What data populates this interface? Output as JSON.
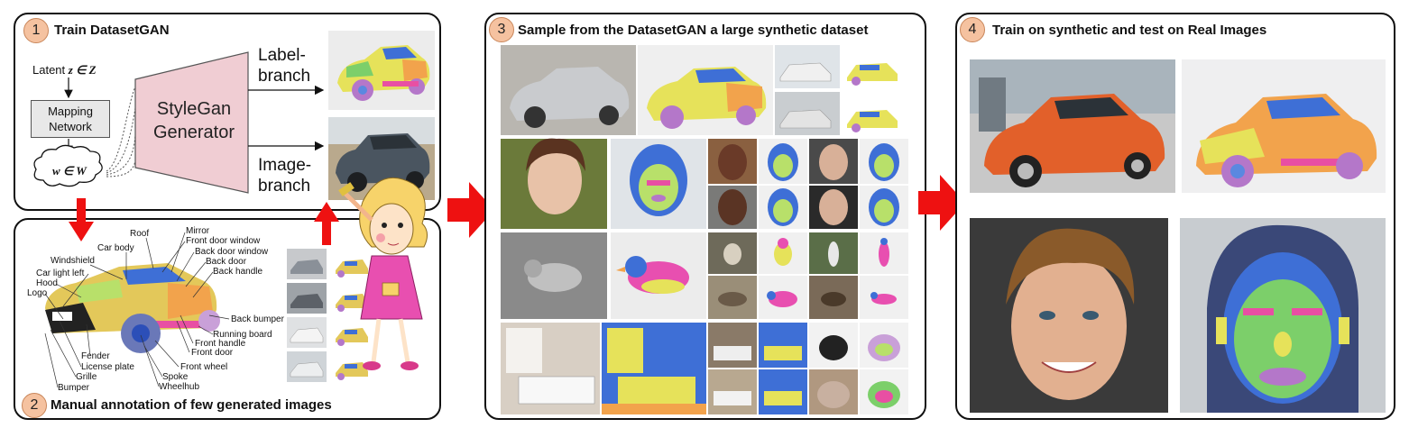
{
  "panel1": {
    "number": "1",
    "title": "Train DatasetGAN",
    "latent_prefix": "Latent",
    "latent_math": "z ∈ Z",
    "mapping_line1": "Mapping",
    "mapping_line2": "Network",
    "w_math": "w ∈ W",
    "generator_line1": "StyleGan",
    "generator_line2": "Generator",
    "label_branch_line1": "Label-",
    "label_branch_line2": "branch",
    "image_branch_line1": "Image-",
    "image_branch_line2": "branch"
  },
  "panel2": {
    "number": "2",
    "title": "Manual annotation of few generated images",
    "parts": [
      "Roof",
      "Mirror",
      "Front door window",
      "Car body",
      "Back door window",
      "Windshield",
      "Back door",
      "Car light left",
      "Back handle",
      "Hood",
      "Logo",
      "Back bumper",
      "Running board",
      "Front handle",
      "Front door",
      "Fender",
      "Front wheel",
      "License plate",
      "Grille",
      "Spoke",
      "Bumper",
      "Wheelhub"
    ]
  },
  "panel3": {
    "number": "3",
    "title": "Sample from the DatasetGAN a large synthetic dataset"
  },
  "panel4": {
    "number": "4",
    "title": "Train on synthetic and test on Real Images"
  },
  "colors": {
    "arrow_red": "#ee1111",
    "generator_fill": "#f0cdd3",
    "badge_fill": "#f5c2a0"
  }
}
